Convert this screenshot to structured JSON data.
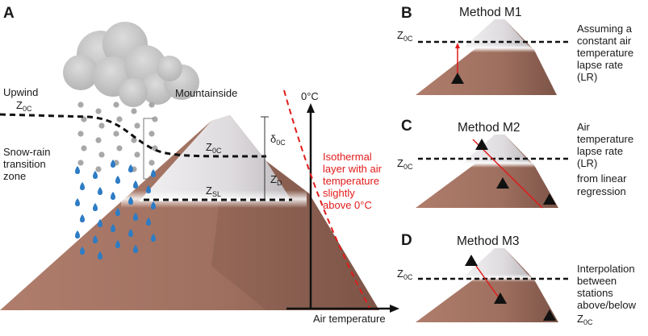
{
  "panels": {
    "A": {
      "letter": "A",
      "upwind": "Upwind",
      "z0c_main": "Z",
      "z0c_sub": "0C",
      "mountainside": "Mountainside",
      "transition_1": "Snow-rain",
      "transition_2": "transition",
      "transition_3": "zone",
      "zero_c": "0°C",
      "delta_main": "δ",
      "delta_sub": "0C",
      "z_mid_main": "Z",
      "z_mid_sub": "0C",
      "zd_main": "Z",
      "zd_sub": "D",
      "zsl_main": "Z",
      "zsl_sub": "SL",
      "iso_1": "Isothermal",
      "iso_2": "layer with air",
      "iso_3": "temperature",
      "iso_4": "slightly",
      "iso_5": "above 0°C",
      "air_temp": "Air temperature"
    },
    "B": {
      "letter": "B",
      "title": "Method M1",
      "z_main": "Z",
      "z_sub": "0C",
      "desc_1": "Assuming a",
      "desc_2": "constant air",
      "desc_3": "temperature",
      "desc_4": "lapse rate",
      "desc_5": "(LR)"
    },
    "C": {
      "letter": "C",
      "title": "Method M2",
      "z_main": "Z",
      "z_sub": "0C",
      "desc_1": "Air",
      "desc_2": "temperature",
      "desc_3": "lapse rate",
      "desc_4": "(LR)",
      "desc_5": "from linear",
      "desc_6": "regression"
    },
    "D": {
      "letter": "D",
      "title": "Method M3",
      "z_main": "Z",
      "z_sub": "0C",
      "desc_1": "Interpolation",
      "desc_2": "between",
      "desc_3": "stations",
      "desc_4": "above/below",
      "desc_5_main": "Z",
      "desc_5_sub": "0C"
    }
  },
  "colors": {
    "mountain_brown": "#a0705f",
    "mountain_shade": "#7f5548",
    "snow": "#e6e4e6",
    "snow_shade": "#c9c6c9",
    "rain": "#2e7cc4",
    "hail": "#a8a8a8",
    "red_line": "#e11b1b"
  }
}
